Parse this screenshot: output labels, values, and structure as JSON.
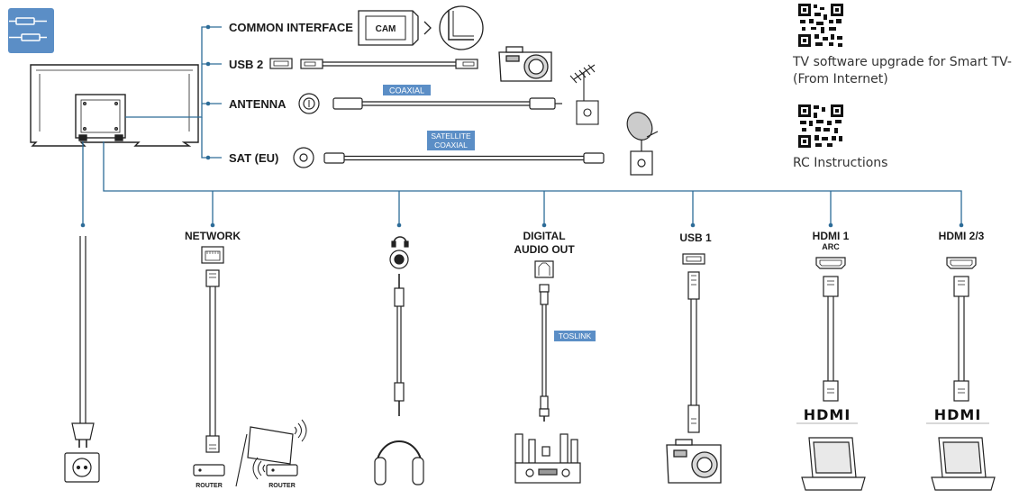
{
  "labels": {
    "common_interface": "COMMON INTERFACE",
    "usb2": "USB 2",
    "antenna": "ANTENNA",
    "sat": "SAT (EU)",
    "network": "NETWORK",
    "digital_audio_1": "DIGITAL",
    "digital_audio_2": "AUDIO OUT",
    "usb1": "USB 1",
    "hdmi1": "HDMI 1",
    "hdmi1_sub": "ARC",
    "hdmi23": "HDMI 2/3"
  },
  "tags": {
    "coaxial": "COAXIAL",
    "satellite_1": "SATELLITE",
    "satellite_2": "COAXIAL",
    "toslink": "TOSLINK"
  },
  "small_labels": {
    "cam": "CAM",
    "router_1": "ROUTER",
    "router_2": "ROUTER",
    "hdmi_logo_1": "HDMI",
    "hdmi_logo_2": "HDMI"
  },
  "qr": {
    "upgrade_line1": "TV software upgrade for Smart TV-",
    "upgrade_line2": "(From Internet)",
    "rc": "RC Instructions"
  },
  "colors": {
    "line": "#2d6c98",
    "tag": "#5b8ec6",
    "stroke": "#222222"
  }
}
